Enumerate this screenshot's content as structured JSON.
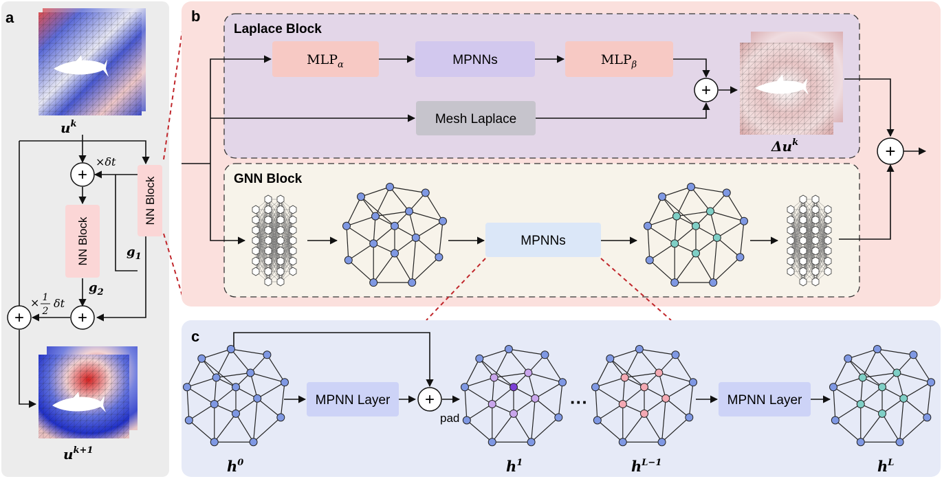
{
  "panels": {
    "a": "a",
    "b": "b",
    "c": "c"
  },
  "panel_a": {
    "u_k": {
      "base": "u",
      "sup": "k"
    },
    "u_k1": {
      "base": "u",
      "sup": "k+1"
    },
    "nn_block_right": "NN Block",
    "nn_block_mid": "NN Block",
    "times_dt": "×δt",
    "times_half": "×",
    "half_num": "1",
    "half_den": "2",
    "half_dt": "δt",
    "g1": {
      "base": "g",
      "sub": "1"
    },
    "g2": {
      "base": "g",
      "sub": "2"
    },
    "plus": "+"
  },
  "panel_b": {
    "laplace_title": "Laplace Block",
    "gnn_title": "GNN Block",
    "mlp_alpha": {
      "base": "MLP",
      "sub": "α"
    },
    "mlp_beta": {
      "base": "MLP",
      "sub": "β"
    },
    "mpnns_top": "MPNNs",
    "mesh_laplace": "Mesh Laplace",
    "mpnns_gnn": "MPNNs",
    "delta_u": {
      "base": "Δu",
      "sup": "k"
    },
    "plus": "+"
  },
  "panel_c": {
    "mpnn_layer_1": "MPNN Layer",
    "mpnn_layer_2": "MPNN Layer",
    "pad": "pad",
    "dots": "···",
    "h0": {
      "base": "h",
      "sup": "0"
    },
    "h1": {
      "base": "h",
      "sup": "1"
    },
    "hL1": {
      "base": "h",
      "sup": "L−1"
    },
    "hL": {
      "base": "h",
      "sup": "L"
    },
    "plus": "+"
  },
  "colors": {
    "panel_a_bg": "#ececec",
    "panel_b_bg": "#fbe0dd",
    "panel_c_bg": "#e6eaf7",
    "laplace_bg": "#e3d6e8",
    "gnn_bg": "#f7f3ea",
    "mlp_box": "#f7c9c4",
    "mpnns_box": "#d2c8ee",
    "mesh_laplace_box": "#c6c4cc",
    "mpnns_gnn_box": "#dbe7f8",
    "mpnn_layer_box": "#cdd3f7",
    "nn_block_box": "#fbd6d6",
    "node_blue": "#7f98e3",
    "node_teal": "#7fcfc6",
    "node_purple": "#c9a6ec",
    "node_pink": "#f4a9b3",
    "connector_red": "#c0262b"
  }
}
